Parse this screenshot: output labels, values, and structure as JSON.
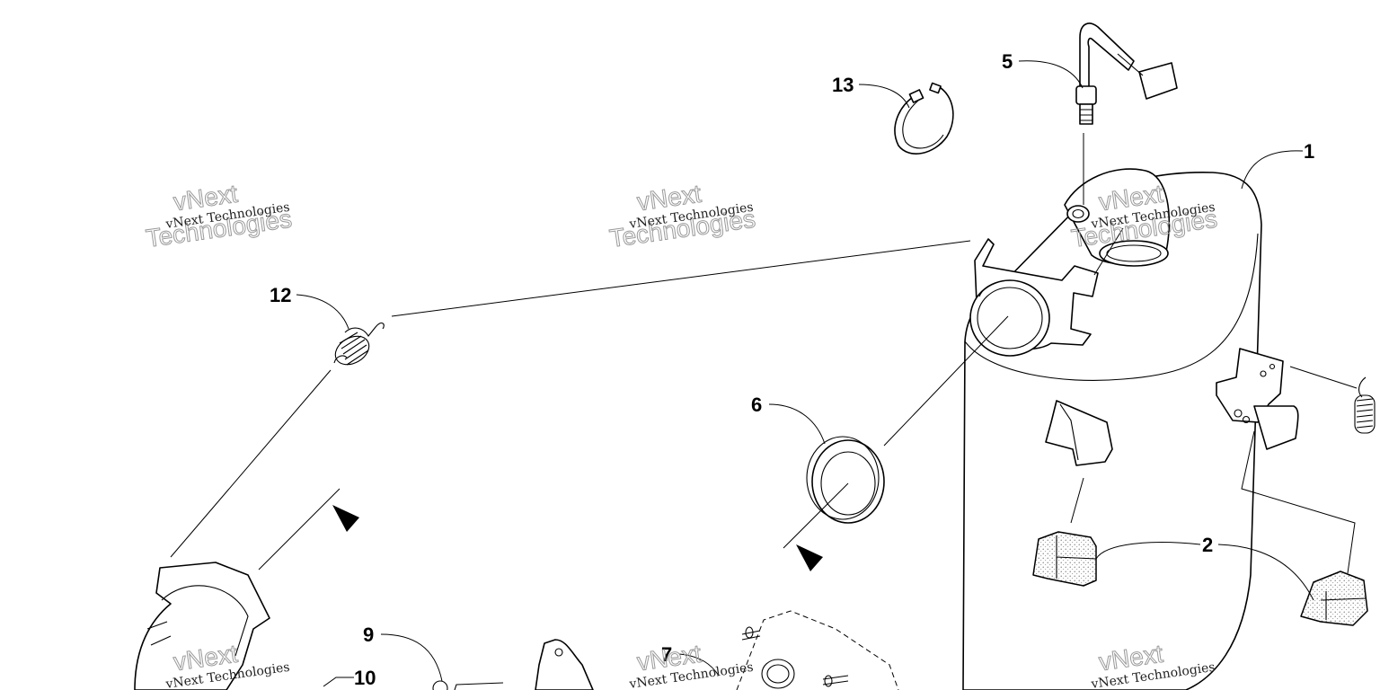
{
  "diagram": {
    "callouts": [
      {
        "id": "1",
        "label": "1"
      },
      {
        "id": "2",
        "label": "2"
      },
      {
        "id": "5",
        "label": "5"
      },
      {
        "id": "6",
        "label": "6"
      },
      {
        "id": "7",
        "label": "7"
      },
      {
        "id": "9",
        "label": "9"
      },
      {
        "id": "10",
        "label": "10"
      },
      {
        "id": "12",
        "label": "12"
      },
      {
        "id": "13",
        "label": "13"
      }
    ],
    "watermark": {
      "brand_line": "vNext Technologies",
      "word_top": "vNext",
      "word_bottom": "Technologies"
    },
    "colors": {
      "ink": "#000000",
      "watermark": "#9a9a9a",
      "background": "#ffffff"
    }
  }
}
